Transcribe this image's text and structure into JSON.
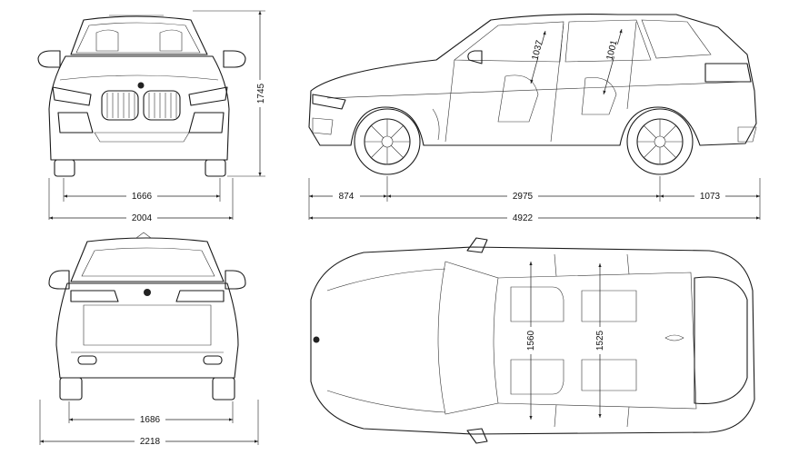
{
  "dimensions": {
    "front_track": "1666",
    "front_width": "2004",
    "height": "1745",
    "front_overhang": "874",
    "wheelbase": "2975",
    "rear_overhang": "1073",
    "length": "4922",
    "rear_track": "1686",
    "width_mirrors": "2218",
    "headroom_front": "1037",
    "headroom_rear": "1001",
    "shoulder_front": "1560",
    "shoulder_rear": "1525"
  }
}
